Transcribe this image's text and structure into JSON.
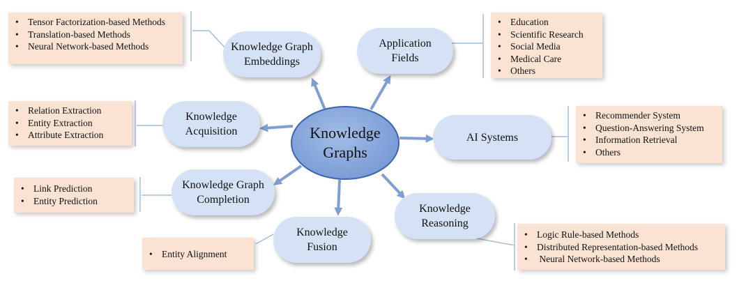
{
  "center": {
    "label": "Knowledge\nGraphs"
  },
  "nodes": {
    "embeddings": {
      "label": "Knowledge Graph\nEmbeddings"
    },
    "application": {
      "label": "Application\nFields"
    },
    "acquisition": {
      "label": "Knowledge\nAcquisition"
    },
    "ai_systems": {
      "label": "AI  Systems"
    },
    "completion": {
      "label": "Knowledge Graph\nCompletion"
    },
    "reasoning": {
      "label": "Knowledge\nReasoning"
    },
    "fusion": {
      "label": "Knowledge\nFusion"
    }
  },
  "boxes": {
    "embeddings": [
      "Tensor Factorization-based Methods",
      "Translation-based Methods",
      "Neural Network-based Methods"
    ],
    "application": [
      "Education",
      "Scientific Research",
      "Social Media",
      "Medical Care",
      "Others"
    ],
    "acquisition": [
      "Relation Extraction",
      "Entity Extraction",
      "Attribute Extraction"
    ],
    "ai_systems": [
      "Recommender System",
      "Question-Answering System",
      "Information Retrieval",
      "Others"
    ],
    "completion": [
      "Link Prediction",
      "Entity Prediction"
    ],
    "fusion": [
      "Entity Alignment"
    ],
    "reasoning": [
      "Logic Rule-based Methods",
      "Distributed Representation-based Methods",
      " Neural Network-based Methods"
    ]
  },
  "colors": {
    "center_fill": "#8aa8dc",
    "center_border": "#3d63ad",
    "node_fill": "#d5e2f5",
    "box_fill": "#fbe3d3",
    "arrow": "#7f9fd3",
    "connector": "#a9bbd6"
  }
}
